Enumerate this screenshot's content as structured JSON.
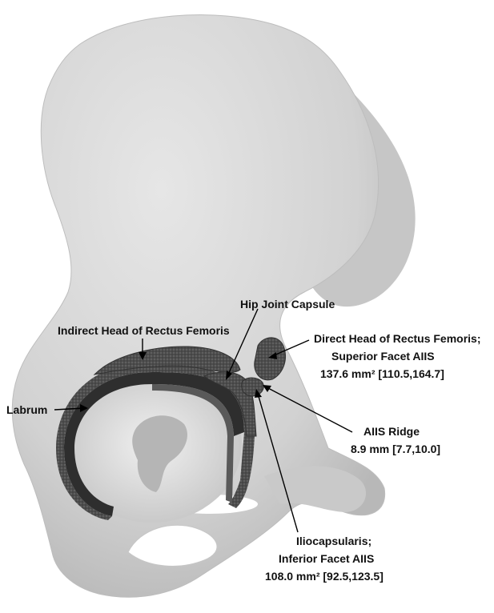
{
  "labels": {
    "hip_joint_capsule": "Hip Joint Capsule",
    "indirect_head": "Indirect Head of Rectus Femoris",
    "direct_head_line1": "Direct Head of Rectus Femoris;",
    "direct_head_line2": "Superior Facet AIIS",
    "direct_head_line3": "137.6 mm² [110.5,164.7]",
    "labrum": "Labrum",
    "aiis_ridge_line1": "AIIS Ridge",
    "aiis_ridge_line2": "8.9 mm [7.7,10.0]",
    "iliocapsularis_line1": "Iliocapsularis;",
    "iliocapsularis_line2": "Inferior Facet AIIS",
    "iliocapsularis_line3": "108.0 mm² [92.5,123.5]"
  },
  "colors": {
    "bone": "#d8d8d8",
    "bone_shadow": "#a9a9a9",
    "footprint": "#4a4a4a",
    "labrum": "#2e2e2e",
    "leader": "#000000"
  }
}
